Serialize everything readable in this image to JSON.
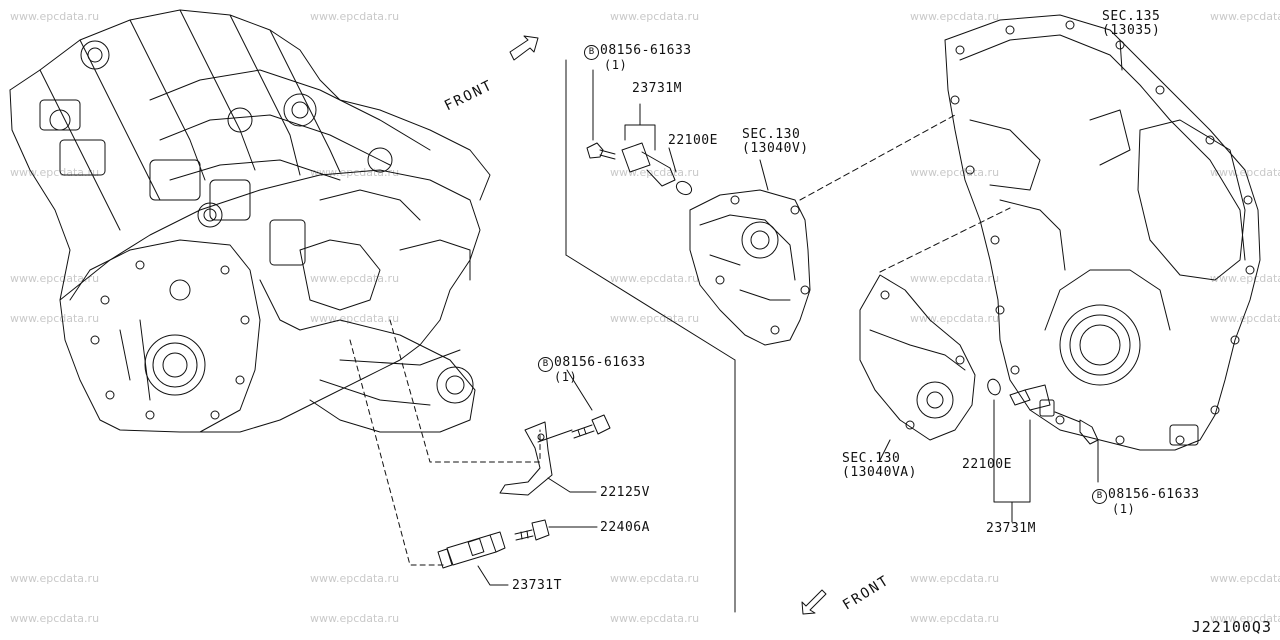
{
  "watermark": "www.epcdata.ru",
  "diagram_code": "J22100Q3",
  "front_top": "FRONT",
  "front_bottom": "FRONT",
  "labels": {
    "bolt_top": "08156-61633",
    "bolt_top_qty": "(1)",
    "sensor_top": "23731M",
    "oring_top": "22100E",
    "sec130_v": "SEC.130",
    "sec130_v_code": "(13040V)",
    "sec135": "SEC.135",
    "sec135_code": "(13035)",
    "bolt_mid": "08156-61633",
    "bolt_mid_qty": "(1)",
    "bracket": "22125V",
    "bolt_22406": "22406A",
    "sensor_23731t": "23731T",
    "sec130_va": "SEC.130",
    "sec130_va_code": "(13040VA)",
    "oring_right": "22100E",
    "sensor_right": "23731M",
    "bolt_right": "08156-61633",
    "bolt_right_qty": "(1)",
    "bolt_marker": "B"
  }
}
